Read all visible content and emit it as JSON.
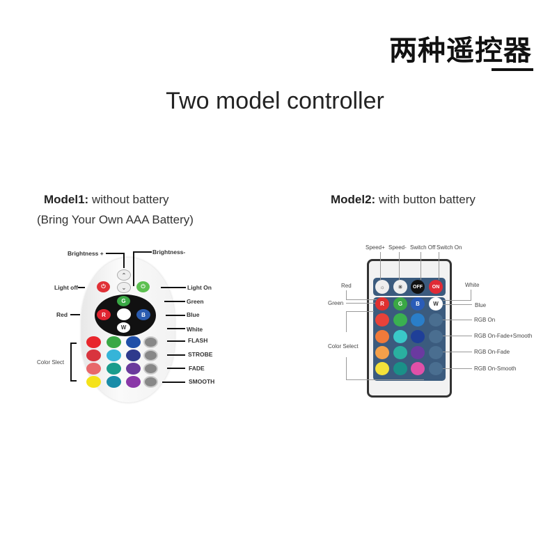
{
  "header": {
    "title_cn": "两种遥控器",
    "title_en": "Two model  controller"
  },
  "model1": {
    "name": "Model1:",
    "desc": " without battery",
    "note": "(Bring Your Own AAA Battery)",
    "labels": {
      "brightness_up": "Brightness +",
      "brightness_down": "Brightness-",
      "light_off": "Light off",
      "light_on": "Light On",
      "green": "Green",
      "red": "Red",
      "blue": "Blue",
      "white": "White",
      "flash": "FLASH",
      "strobe": "STROBE",
      "fade": "FADE",
      "smooth": "SMOOTH",
      "color_select": "Color Slect"
    },
    "buttons": {
      "g": "G",
      "r": "R",
      "b": "B",
      "w": "W"
    },
    "color_grid": [
      [
        "#e8262c",
        "#3aa845",
        "#1f4fa8",
        "#888"
      ],
      [
        "#d8343e",
        "#36b4d8",
        "#2e3a8c",
        "#888"
      ],
      [
        "#e8686a",
        "#1a9c8c",
        "#6a3a9c",
        "#888"
      ],
      [
        "#f4e21a",
        "#1a8ca8",
        "#8a38a8",
        "#888"
      ]
    ]
  },
  "model2": {
    "name": "Model2:",
    "desc": " with button battery",
    "labels": {
      "speed_up": "Speed+",
      "speed_down": "Speed-",
      "switch_off": "Switch  Off",
      "switch_on": "Switch  On",
      "red": "Red",
      "green": "Green",
      "white": "White",
      "blue": "Blue",
      "color_select": "Color Select",
      "rgb_on": "RGB  On",
      "rgb_fade_smooth": "RGB  On-Fade+Smooth",
      "rgb_fade": "RGB  On-Fade",
      "rgb_smooth": "RGB  On-Smooth"
    },
    "buttons": {
      "off": "OFF",
      "on": "ON",
      "r": "R",
      "g": "G",
      "b": "B",
      "w": "W"
    },
    "color_grid": [
      [
        "#e8423a",
        "#3ab050",
        "#2a7ec8"
      ],
      [
        "#f07a3a",
        "#3ac8c8",
        "#1f3f98"
      ],
      [
        "#f4a04a",
        "#2ab0a0",
        "#6a3aa0"
      ],
      [
        "#f4e23a",
        "#1a9088",
        "#e050a8"
      ]
    ]
  }
}
